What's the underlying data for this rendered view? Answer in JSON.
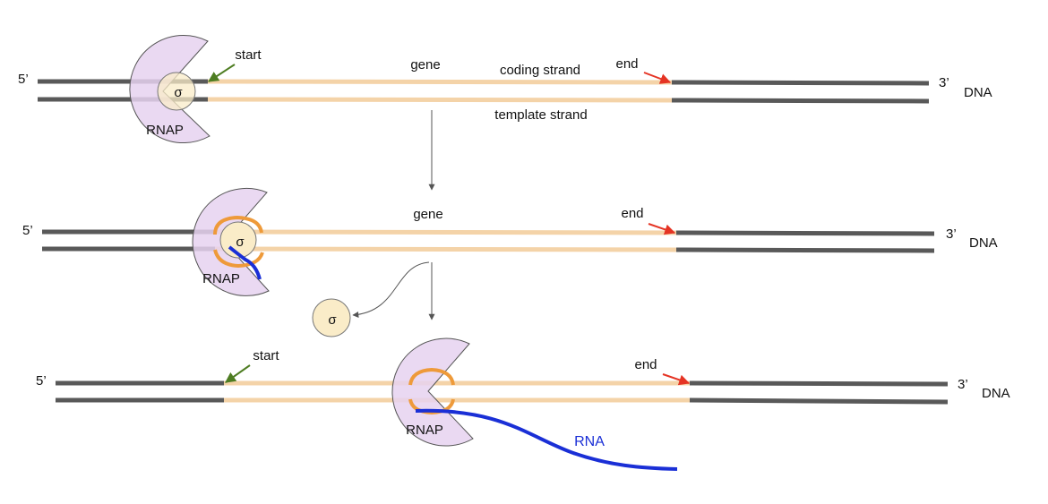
{
  "colors": {
    "dna_strand": "#595959",
    "gene_region": "#f4d3a8",
    "rnap_fill": "#e6d2f0",
    "rnap_stroke": "#555555",
    "sigma_fill": "#faecc8",
    "orange_clamp": "#ee9a3a",
    "rna": "#1a2fd6",
    "start_arrow": "#4e7d22",
    "end_arrow": "#e53424",
    "flow_arrow": "#555555"
  },
  "panel1": {
    "five_prime": "5’",
    "three_prime": "3’",
    "dna": "DNA",
    "gene": "gene",
    "coding_strand": "coding strand",
    "template_strand": "template strand",
    "start": "start",
    "end": "end",
    "rnap": "RNAP",
    "sigma": "σ"
  },
  "panel2": {
    "five_prime": "5’",
    "three_prime": "3’",
    "dna": "DNA",
    "gene": "gene",
    "end": "end",
    "rnap": "RNAP",
    "sigma": "σ",
    "released_sigma": "σ"
  },
  "panel3": {
    "five_prime": "5’",
    "three_prime": "3’",
    "dna": "DNA",
    "start": "start",
    "end": "end",
    "rnap": "RNAP",
    "rna": "RNA"
  }
}
